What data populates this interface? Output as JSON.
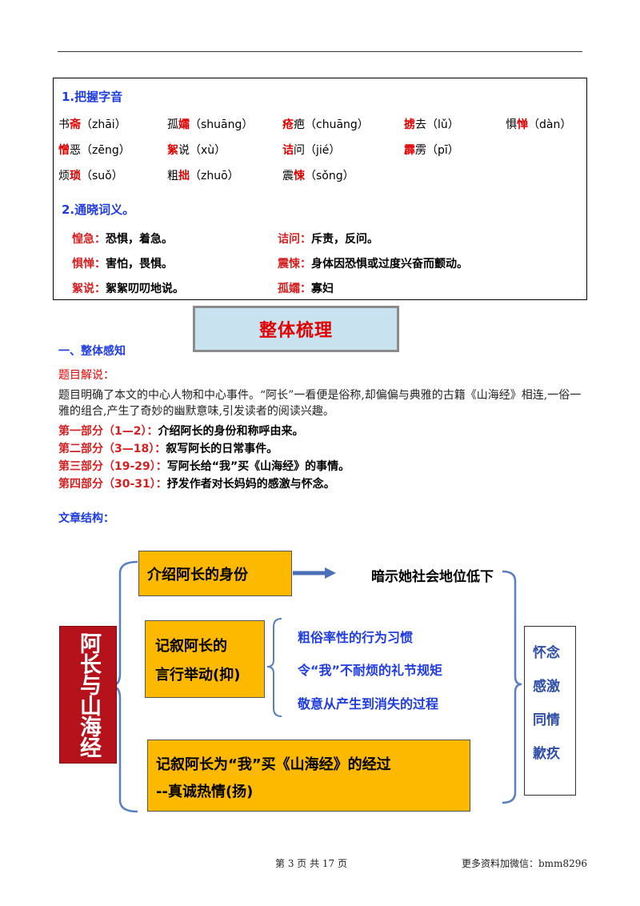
{
  "vocab": {
    "h1": "1.把握字音",
    "rows": [
      [
        {
          "pre": "书",
          "red": "斋",
          "post": "",
          "pinyin": "（zhāi）"
        },
        {
          "pre": "孤",
          "red": "孀",
          "post": "",
          "pinyin": "（shuāng）"
        },
        {
          "pre": "",
          "red": "疮",
          "post": "疤",
          "pinyin": "（chuāng）"
        },
        {
          "pre": "",
          "red": "掳",
          "post": "去",
          "pinyin": "（lǔ）"
        },
        {
          "pre": "惧",
          "red": "惮",
          "post": "",
          "pinyin": "（dàn）"
        }
      ],
      [
        {
          "pre": "",
          "red": "憎",
          "post": "恶",
          "pinyin": "（zēng）"
        },
        {
          "pre": "",
          "red": "絮",
          "post": "说",
          "pinyin": "（xù）"
        },
        {
          "pre": "",
          "red": "诘",
          "post": "问",
          "pinyin": "（jié）"
        },
        {
          "pre": "",
          "red": "霹",
          "post": "雳",
          "pinyin": "（pī）"
        }
      ],
      [
        {
          "pre": "烦",
          "red": "琐",
          "post": "",
          "pinyin": "（suǒ）"
        },
        {
          "pre": "粗",
          "red": "拙",
          "post": "",
          "pinyin": "（zhuō）"
        },
        {
          "pre": "震",
          "red": "悚",
          "post": "",
          "pinyin": "（sǒng）"
        }
      ]
    ],
    "h2": "2.通晓词义。",
    "defs": [
      {
        "term": "惶急：",
        "meaning": "恐惧，着急。"
      },
      {
        "term": "诘问：",
        "meaning": "斥责，反问。"
      },
      {
        "term": "惧惮：",
        "meaning": "害怕，畏惧。"
      },
      {
        "term": "震悚：",
        "meaning": "身体因恐惧或过度兴奋而颤动。"
      },
      {
        "term": "絮说：",
        "meaning": "絮絮叨叨地说。"
      },
      {
        "term": "孤孀：",
        "meaning": "寡妇"
      }
    ]
  },
  "banner": "整体梳理",
  "section1": "一、整体感知",
  "title_label": "题目解说：",
  "title_para": "题目明确了本文的中心人物和中心事件。“阿长”一看便是俗称,却偏偏与典雅的古籍《山海经》相连,一俗一雅的组合,产生了奇妙的幽默意味,引发读者的阅读兴趣。",
  "parts": [
    {
      "label": "第一部分（1—2）：",
      "text": "介绍阿长的身份和称呼由来。"
    },
    {
      "label": "第二部分（3—18）：",
      "text": "叙写阿长的日常事件。"
    },
    {
      "label": "第三部分（19-29）：",
      "text": "写阿长给“我”买《山海经》的事情。"
    },
    {
      "label": "第四部分（30-31）：",
      "text": "抒发作者对长妈妈的感激与怀念。"
    }
  ],
  "structure_label": "文章结构：",
  "diagram": {
    "main": "阿长与山海经",
    "box1": "介绍阿长的身份",
    "box1_result": "暗示她社会地位低下",
    "box2_l1": "记叙阿长的",
    "box2_l2": "言行举动(抑)",
    "sub": [
      "粗俗率性的行为习惯",
      "令“我”不耐烦的礼节规矩",
      "敬意从产生到消失的过程"
    ],
    "box3_l1": "记叙阿长为“我”买《山海经》的经过",
    "box3_l2": "--真诚热情(扬)",
    "feelings": [
      "怀念",
      "感激",
      "同情",
      "歉疚"
    ]
  },
  "footer": {
    "page": "第 3 页 共 17 页",
    "wechat": "更多资料加微信：bmm8296"
  },
  "colors": {
    "red": "#e00000",
    "blue": "#1f3ce0",
    "gold": "#fdb900",
    "maroon": "#b5121b",
    "banner_bg": "#c8e2f0"
  }
}
